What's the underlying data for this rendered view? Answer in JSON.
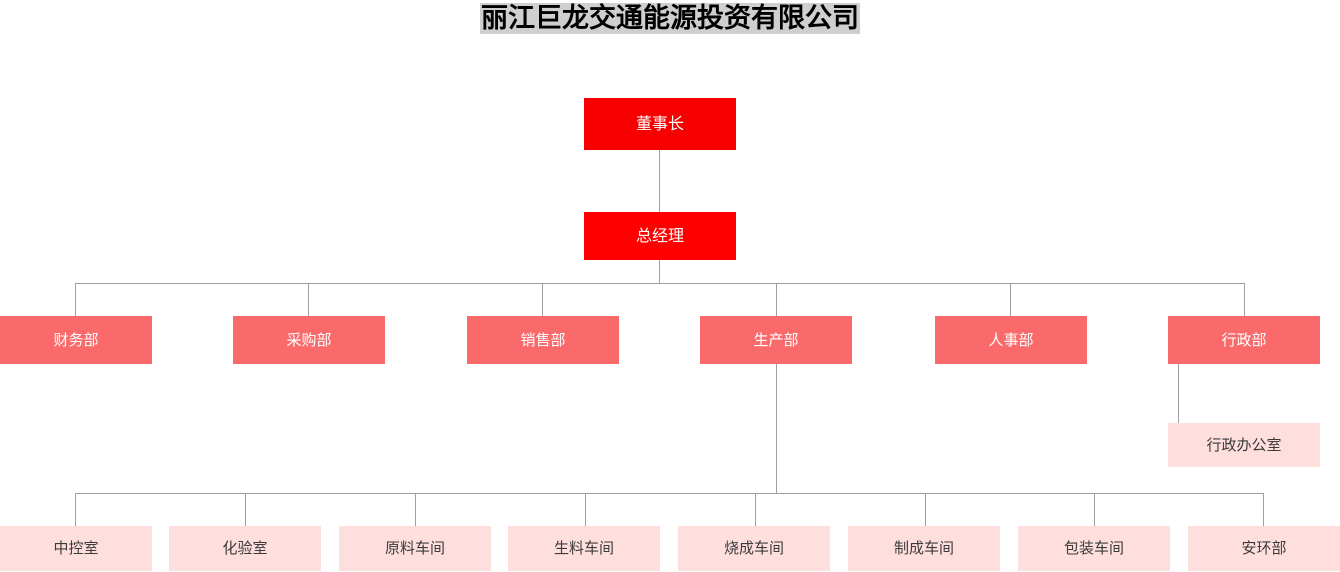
{
  "title": "丽江巨龙交通能源投资有限公司",
  "colors": {
    "chairman_bg": "#f60000",
    "gm_bg": "#fe0000",
    "department_bg": "#fb6a6a",
    "sub_bg": "#ffdede",
    "line": "#9e9e9e",
    "title_highlight": "#cfcfcf",
    "text_light": "#ffffff",
    "text_dark": "#3b3b3b"
  },
  "chart_data": {
    "type": "diagram",
    "diagram_type": "org-chart",
    "title": "丽江巨龙交通能源投资有限公司",
    "nodes": [
      {
        "id": "chairman",
        "label": "董事长",
        "level": 0
      },
      {
        "id": "gm",
        "label": "总经理",
        "level": 1
      },
      {
        "id": "finance",
        "label": "财务部",
        "level": 2
      },
      {
        "id": "purchasing",
        "label": "采购部",
        "level": 2
      },
      {
        "id": "sales",
        "label": "销售部",
        "level": 2
      },
      {
        "id": "production",
        "label": "生产部",
        "level": 2
      },
      {
        "id": "hr",
        "label": "人事部",
        "level": 2
      },
      {
        "id": "admin",
        "label": "行政部",
        "level": 2
      },
      {
        "id": "admin-office",
        "label": "行政办公室",
        "level": 3
      },
      {
        "id": "control-room",
        "label": "中控室",
        "level": 3
      },
      {
        "id": "lab",
        "label": "化验室",
        "level": 3
      },
      {
        "id": "raw-material-workshop",
        "label": "原料车间",
        "level": 3
      },
      {
        "id": "raw-meal-workshop",
        "label": "生料车间",
        "level": 3
      },
      {
        "id": "burning-workshop",
        "label": "烧成车间",
        "level": 3
      },
      {
        "id": "finishing-workshop",
        "label": "制成车间",
        "level": 3
      },
      {
        "id": "packing-workshop",
        "label": "包装车间",
        "level": 3
      },
      {
        "id": "safety-env",
        "label": "安环部",
        "level": 3
      }
    ],
    "edges": [
      {
        "from": "chairman",
        "to": "gm"
      },
      {
        "from": "gm",
        "to": "finance"
      },
      {
        "from": "gm",
        "to": "purchasing"
      },
      {
        "from": "gm",
        "to": "sales"
      },
      {
        "from": "gm",
        "to": "production"
      },
      {
        "from": "gm",
        "to": "hr"
      },
      {
        "from": "gm",
        "to": "admin"
      },
      {
        "from": "admin",
        "to": "admin-office"
      },
      {
        "from": "production",
        "to": "control-room"
      },
      {
        "from": "production",
        "to": "lab"
      },
      {
        "from": "production",
        "to": "raw-material-workshop"
      },
      {
        "from": "production",
        "to": "raw-meal-workshop"
      },
      {
        "from": "production",
        "to": "burning-workshop"
      },
      {
        "from": "production",
        "to": "finishing-workshop"
      },
      {
        "from": "production",
        "to": "packing-workshop"
      },
      {
        "from": "production",
        "to": "safety-env"
      }
    ]
  }
}
